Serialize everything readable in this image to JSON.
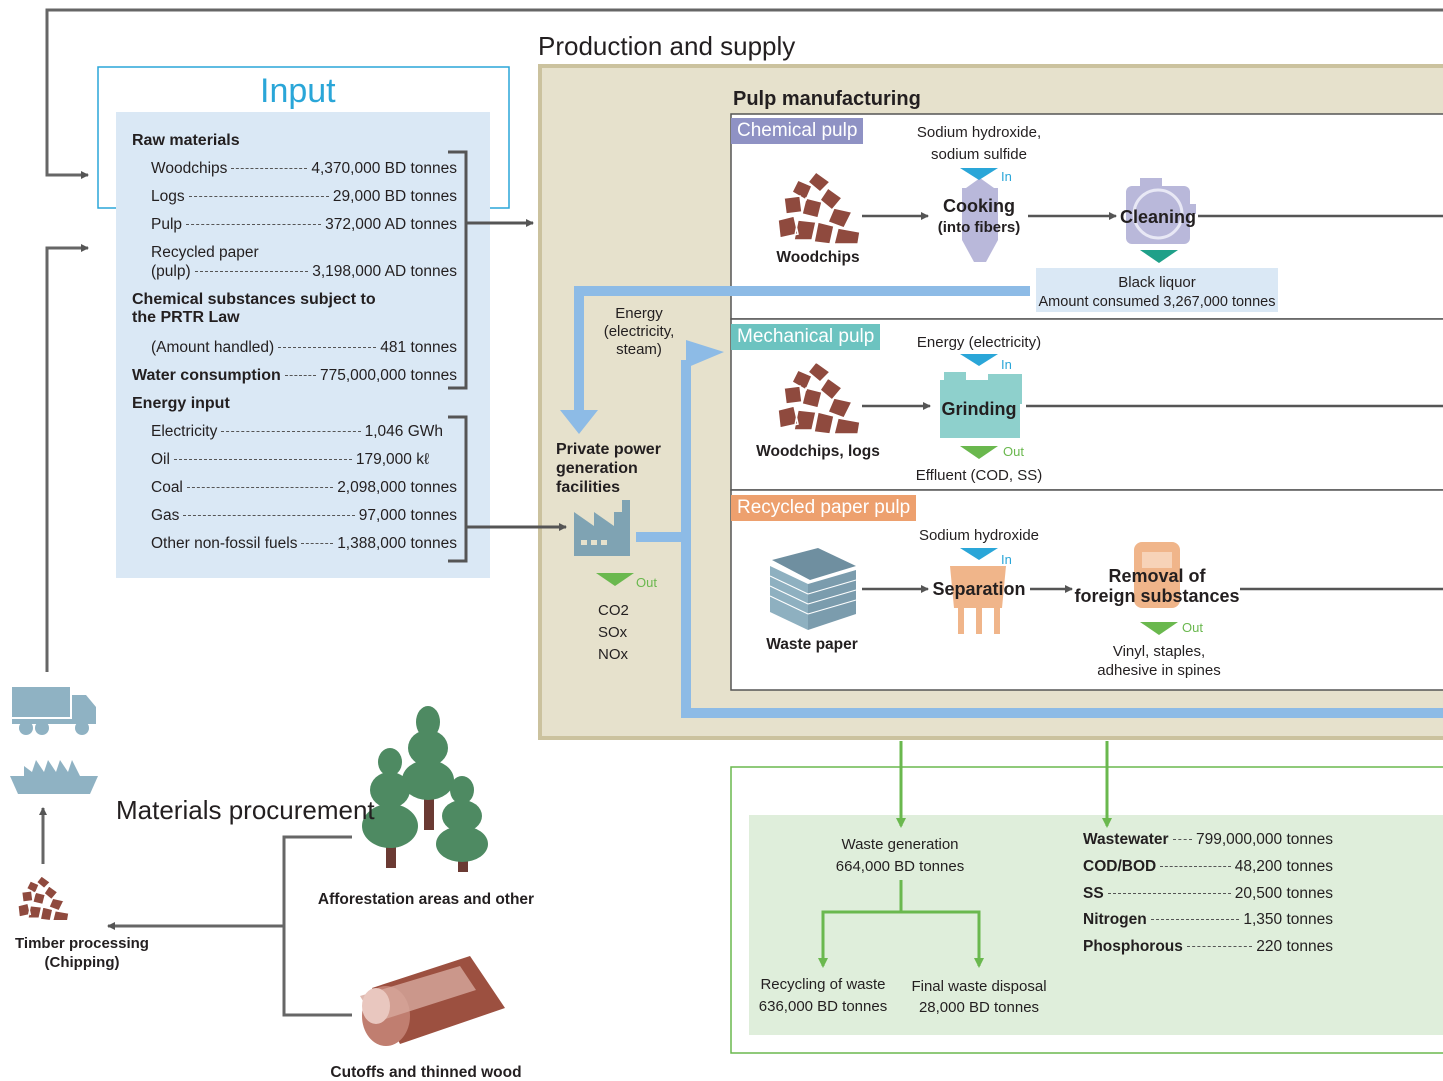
{
  "sections": {
    "production_and_supply": "Production and supply",
    "input": "Input",
    "pulp_manufacturing": "Pulp manufacturing",
    "materials_procurement": "Materials procurement"
  },
  "input": {
    "raw_materials": {
      "heading": "Raw materials",
      "rows": [
        {
          "label": "Woodchips",
          "value": "4,370,000 BD tonnes"
        },
        {
          "label": "Logs",
          "value": "29,000 BD tonnes"
        },
        {
          "label": "Pulp",
          "value": "372,000 AD tonnes"
        },
        {
          "label": "Recycled paper",
          "label2": "(pulp)",
          "value": "3,198,000 AD tonnes"
        }
      ]
    },
    "prtr": {
      "heading_line1": "Chemical substances subject to",
      "heading_line2": "the PRTR Law",
      "label": "(Amount handled)",
      "value": "481  tonnes"
    },
    "water": {
      "label": "Water consumption",
      "value": "775,000,000 tonnes"
    },
    "energy": {
      "heading": "Energy input",
      "rows": [
        {
          "label": "Electricity",
          "value": "1,046 GWh"
        },
        {
          "label": "Oil",
          "value": "179,000 kℓ"
        },
        {
          "label": "Coal",
          "value": "2,098,000 tonnes"
        },
        {
          "label": "Gas",
          "value": "97,000 tonnes"
        },
        {
          "label": "Other non-fossil fuels",
          "value": "1,388,000 tonnes"
        }
      ]
    }
  },
  "power": {
    "energy_label": [
      "Energy",
      "(electricity,",
      "steam)"
    ],
    "facility": [
      "Private power",
      "generation",
      "facilities"
    ],
    "out": "Out",
    "emissions": [
      "CO2",
      "SOx",
      "NOx"
    ]
  },
  "chemical_pulp": {
    "tag": "Chemical pulp",
    "woodchips": "Woodchips",
    "chem_in": [
      "Sodium hydroxide,",
      "sodium sulfide"
    ],
    "in": "In",
    "cooking": "Cooking",
    "cooking_sub": "(into fibers)",
    "cleaning": "Cleaning",
    "black_liquor": "Black liquor",
    "amount_consumed": "Amount consumed 3,267,000 tonnes"
  },
  "mechanical_pulp": {
    "tag": "Mechanical pulp",
    "energy": "Energy (electricity)",
    "in": "In",
    "woodchips_logs": "Woodchips, logs",
    "grinding": "Grinding",
    "out": "Out",
    "effluent": "Effluent (COD, SS)"
  },
  "recycled_pulp": {
    "tag": "Recycled paper pulp",
    "chem_in": "Sodium hydroxide",
    "in": "In",
    "waste_paper": "Waste paper",
    "separation": "Separation",
    "removal": [
      "Removal of",
      "foreign substances"
    ],
    "out": "Out",
    "residue": [
      "Vinyl, staples,",
      "adhesive in spines"
    ]
  },
  "output": {
    "waste_generation": "Waste generation",
    "waste_amount": "664,000 BD tonnes",
    "recycling": "Recycling of waste",
    "recycling_amount": "636,000 BD tonnes",
    "final_disposal": "Final waste disposal",
    "final_amount": "28,000 BD tonnes",
    "emissions": [
      {
        "label": "Wastewater",
        "value": "799,000,000 tonnes"
      },
      {
        "label": "COD/BOD",
        "value": "48,200 tonnes"
      },
      {
        "label": "SS",
        "value": "20,500 tonnes"
      },
      {
        "label": "Nitrogen",
        "value": "1,350 tonnes"
      },
      {
        "label": "Phosphorous",
        "value": "220 tonnes"
      }
    ]
  },
  "procurement": {
    "afforestation": "Afforestation areas and other",
    "cutoffs": "Cutoffs and thinned wood",
    "timber": [
      "Timber processing",
      "(Chipping)"
    ]
  },
  "colors": {
    "input_blue": "#2aa6d8",
    "input_fill": "#dae8f5",
    "production_fill": "#e6e1cc",
    "production_border": "#cbc29e",
    "chemical_tag": "#8f92c4",
    "mechanical_tag": "#6cc3c0",
    "recycled_tag": "#eda06e",
    "energy_arrow": "#8dbbe6",
    "green": "#6ab84e",
    "output_fill": "#dfeedb",
    "woodchip": "#8f4a3e",
    "tree": "#4e8a62"
  }
}
